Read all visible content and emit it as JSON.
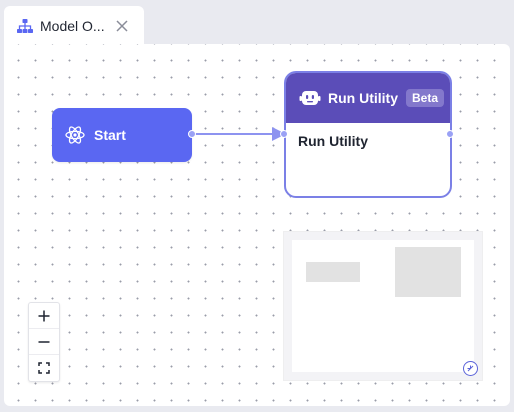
{
  "tab": {
    "title": "Model O...",
    "icon": "hierarchy-icon",
    "close_icon": "close-icon"
  },
  "canvas": {
    "nodes": {
      "start": {
        "label": "Start",
        "icon": "atom-icon",
        "color": "#5a67f2"
      },
      "run_utility": {
        "title": "Run Utility",
        "badge": "Beta",
        "body": "Run Utility",
        "icon": "robot-icon",
        "header_color": "#5b4db8",
        "border_color": "#7b80e6"
      }
    },
    "edge_color": "#8d93f0"
  },
  "controls": {
    "zoom_in": "+",
    "zoom_out": "–",
    "fit_view_icon": "fit-view-icon"
  },
  "minimap": {
    "attribution_icon": "react-flow-logo-icon"
  }
}
